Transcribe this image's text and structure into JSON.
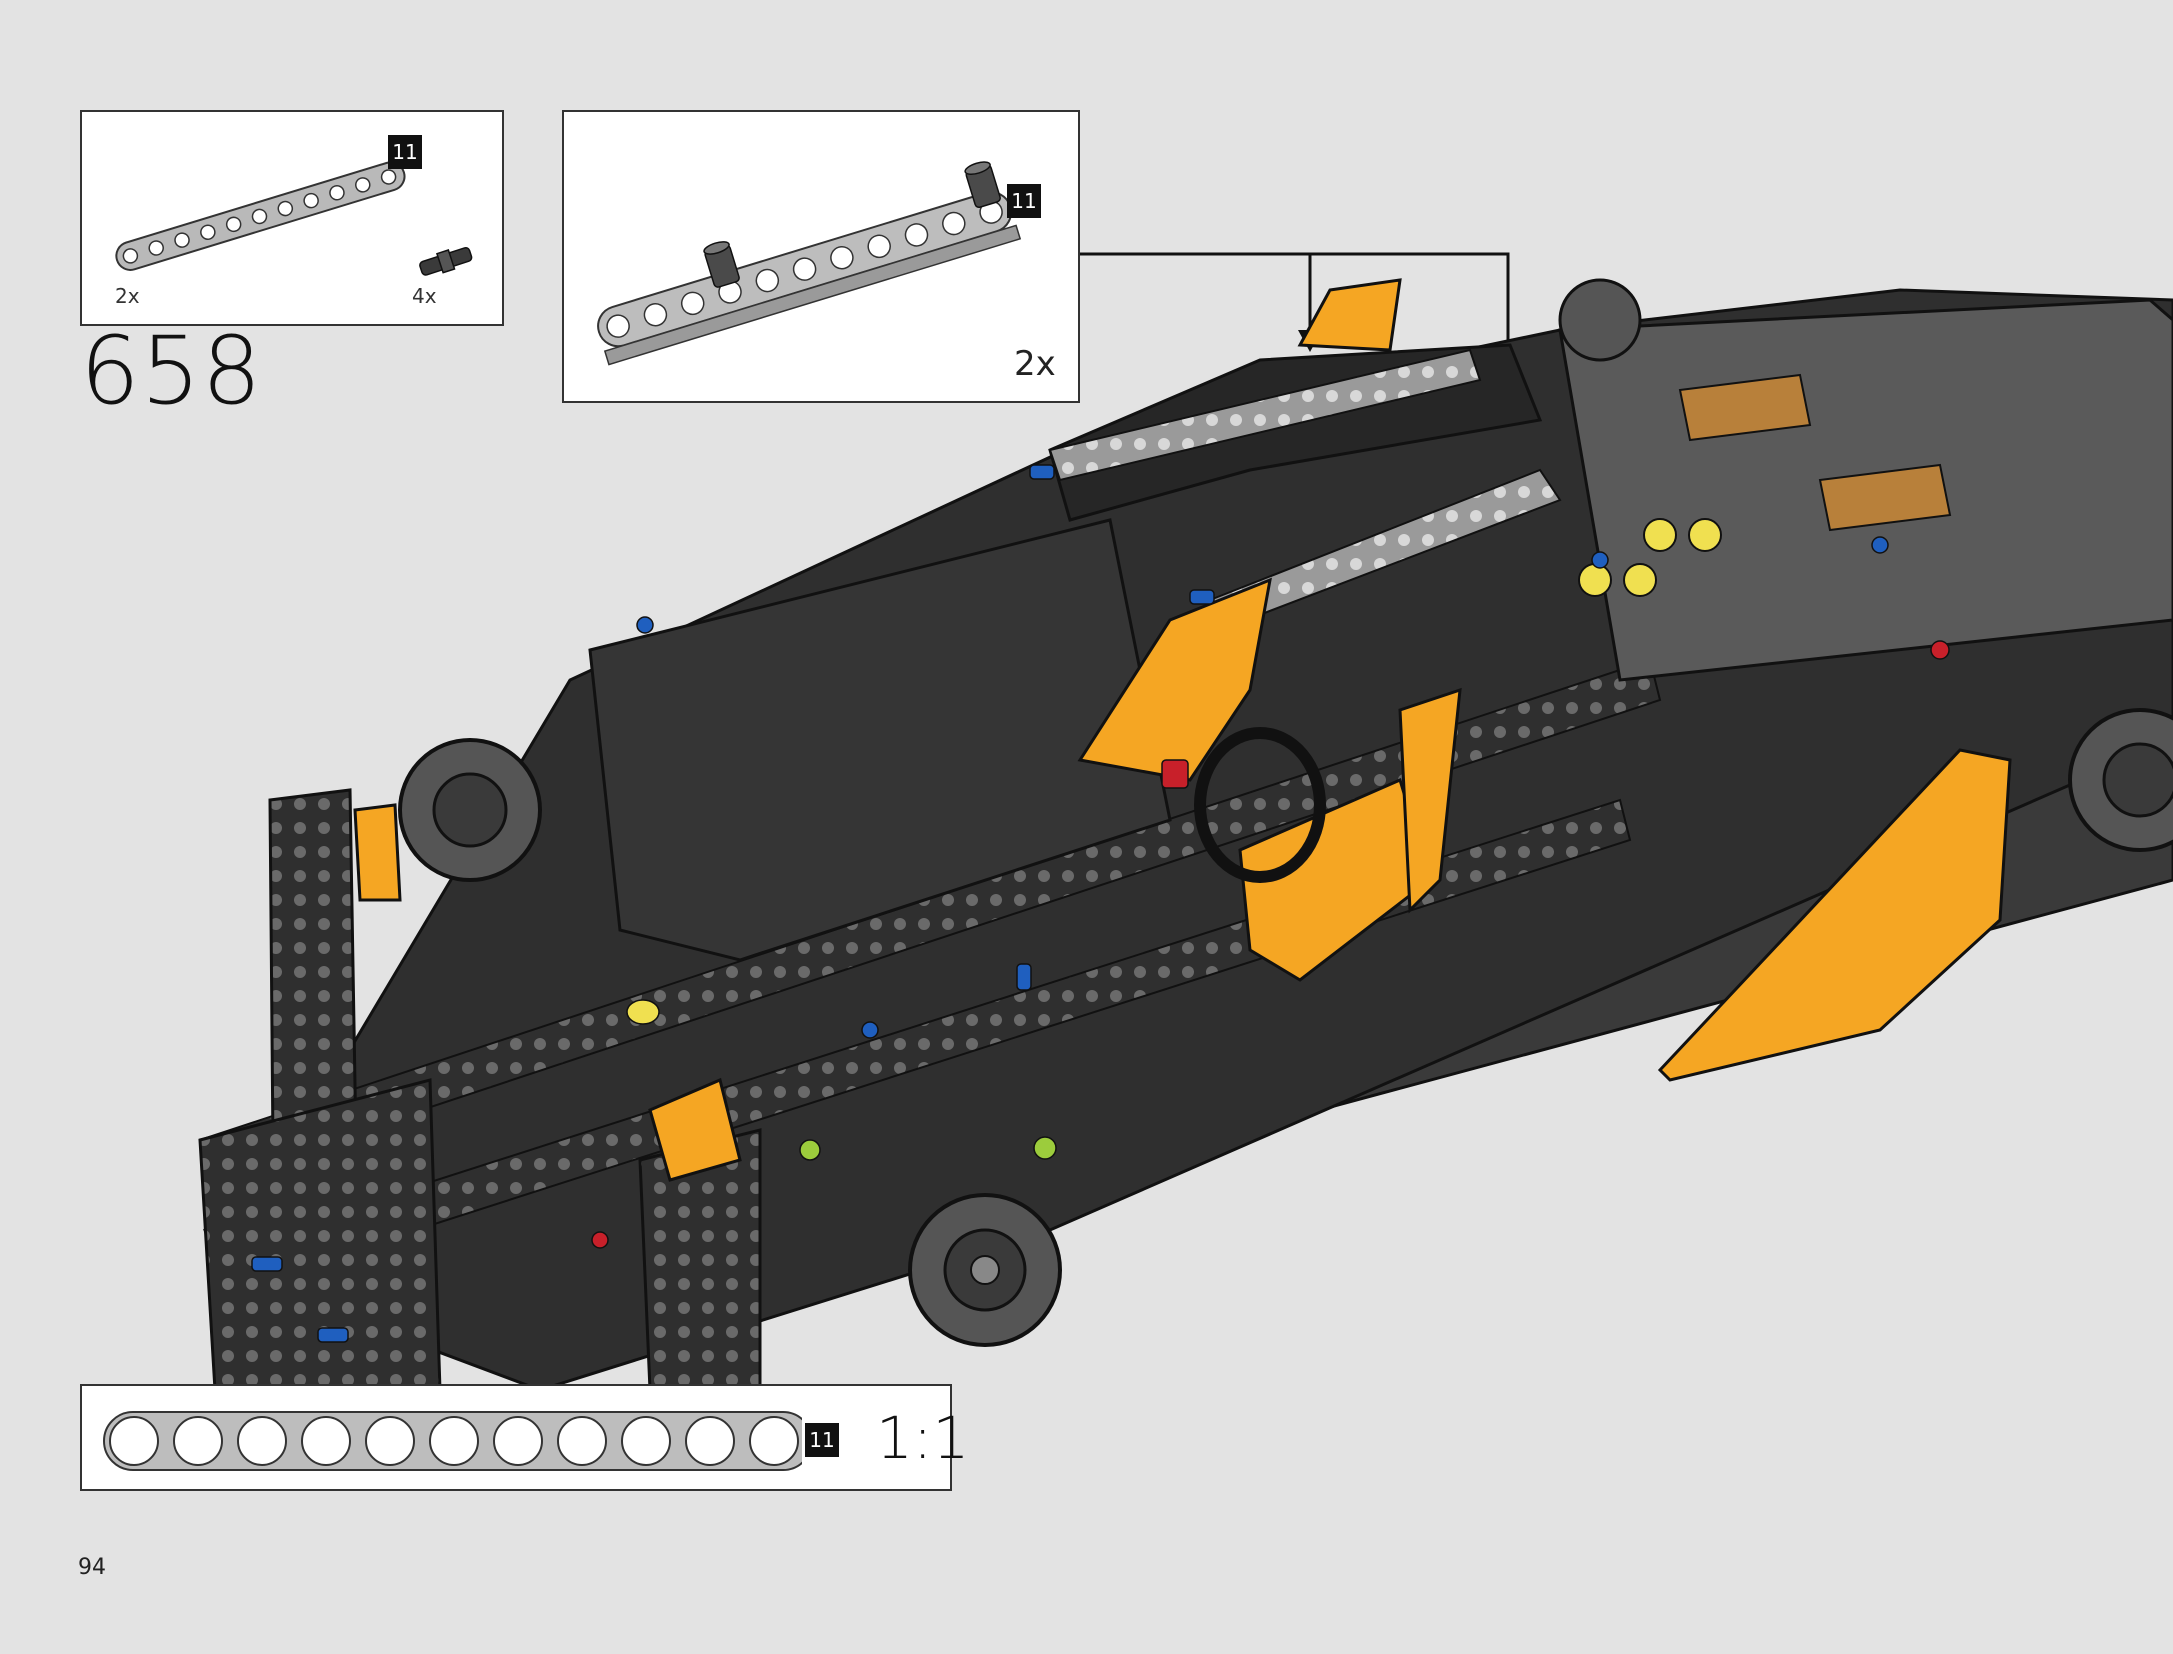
{
  "page": {
    "step_number": "658",
    "page_number": "94"
  },
  "parts_callout": {
    "items": [
      {
        "part": "gray-11-hole-beam",
        "quantity": "2x",
        "length_badge": "11"
      },
      {
        "part": "black-pin-connector",
        "quantity": "4x"
      }
    ]
  },
  "subassembly_callout": {
    "quantity": "2x",
    "length_badge": "11",
    "part": "gray-11-hole-beam-with-pins"
  },
  "scale_guide": {
    "length_badge": "11",
    "scale_label": "1:1",
    "hole_count": 11
  },
  "colors": {
    "page_background": "#e3e3e3",
    "beam_gray": "#b9b9b9",
    "frame_black": "#2f2f2f",
    "accent_orange": "#f5a623",
    "pin_blue": "#1f5fbf",
    "pin_red": "#c8202a"
  }
}
